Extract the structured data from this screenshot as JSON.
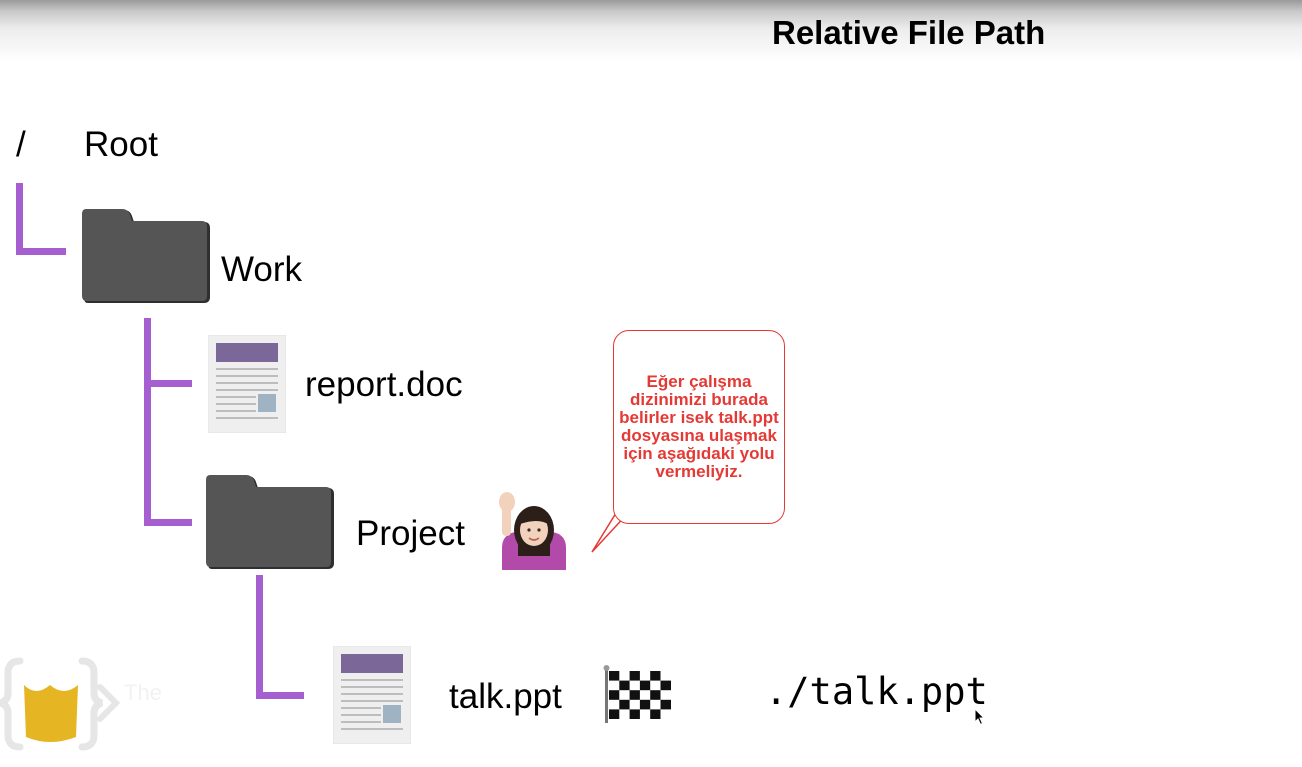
{
  "slide": {
    "title": "Relative File Path"
  },
  "tree": {
    "root": {
      "symbol": "/",
      "label": "Root"
    },
    "work": {
      "label": "Work",
      "icon": "folder-icon"
    },
    "report": {
      "label": "report.doc",
      "icon": "document-icon"
    },
    "project": {
      "label": "Project",
      "icon": "folder-icon"
    },
    "talk": {
      "label": "talk.ppt",
      "icon": "document-icon"
    }
  },
  "callout": {
    "text": "Eğer çalışma dizinimizi burada belirler isek talk.ppt dosyasına ulaşmak için aşağıdaki yolu vermeliyiz."
  },
  "relative_path": "./talk.ppt",
  "watermark": {
    "text": "The"
  },
  "colors": {
    "connector": "#a65fd1",
    "callout": "#e53935",
    "folder": "#505050",
    "document_header": "#7b6898"
  }
}
